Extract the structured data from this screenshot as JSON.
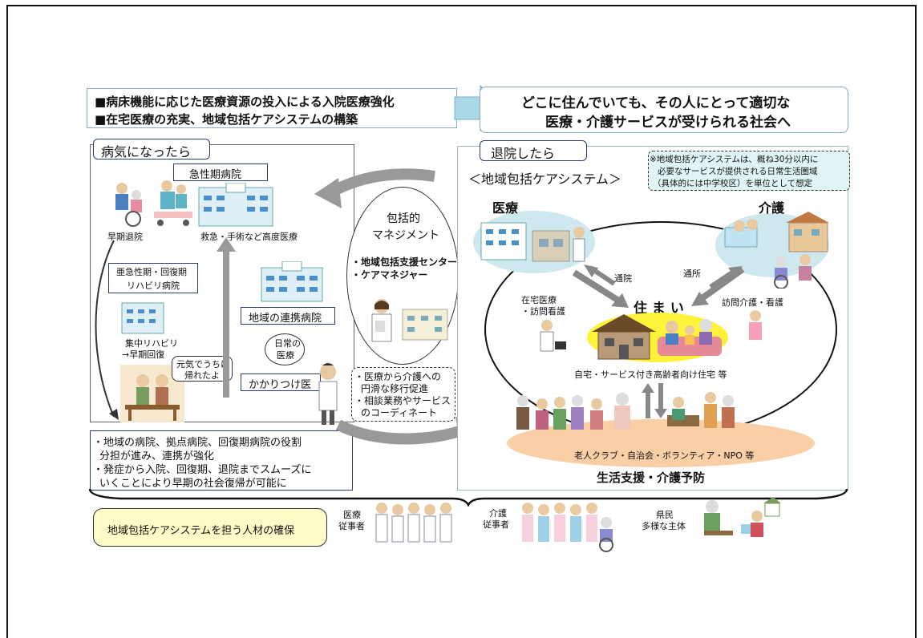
{
  "top": {
    "policy_line1": "■病床機能に応じた医療資源の投入による入院医療強化",
    "policy_line2": "■在宅医療の充実、地域包括ケアシステムの構築",
    "goal_line1": "どこに住んでいても、その人にとって適切な",
    "goal_line2": "医療・介護サービスが受けられる社会へ"
  },
  "left": {
    "header": "病気になったら",
    "acute_hospital": "急性期病院",
    "early_discharge": "早期退院",
    "advanced_care": "救急・手術など高度医療",
    "subacute_line1": "亜急性期・回復期",
    "subacute_line2": "リハビリ病院",
    "rehab_line1": "集中リハビリ",
    "rehab_line2": "→早期回復",
    "bubble_line1": "元気でうちに",
    "bubble_line2": "帰れたよ",
    "regional_hospital": "地域の連携病院",
    "daily_care_line1": "日常の",
    "daily_care_line2": "医療",
    "family_doctor": "かかりつけ医",
    "note_line1": "・地域の病院、拠点病院、回復期病院の役割",
    "note_line2": "分担が進み、連携が強化",
    "note_line3": "・発症から入院、回復期、退院までスムーズに",
    "note_line4": "いくことにより早期の社会復帰が可能に"
  },
  "center": {
    "mgmt_line1": "包括的",
    "mgmt_line2": "マネジメント",
    "center_item1": "・地域包括支援センター",
    "center_item2": "・ケアマネジャー",
    "coord_line1": "・医療から介護への",
    "coord_line2": "円滑な移行促進",
    "coord_line3": "・相談業務やサービス",
    "coord_line4": "のコーディネート"
  },
  "right": {
    "header": "退院したら",
    "system_title": "＜地域包括ケアシステム＞",
    "note_line1": "※地域包括ケアシステムは、概ね30分以内に",
    "note_line2": "必要なサービスが提供される日常生活圏域",
    "note_line3": "（具体的には中学校区）を単位として想定",
    "medical": "医療",
    "care": "介護",
    "outpatient": "通院",
    "daycare": "通所",
    "home_medical_line1": "在宅医療",
    "home_medical_line2": "・訪問看護",
    "home_care": "訪問介護・看護",
    "residence": "住 ま い",
    "residence_caption": "自宅・サービス付き高齢者向け住宅 等",
    "community_groups": "老人クラブ・自治会・ボランティア・NPO 等",
    "life_support": "生活支援・介護予防"
  },
  "bottom": {
    "staff_box": "地域包括ケアシステムを担う人材の確保",
    "medical_workers_line1": "医療",
    "medical_workers_line2": "従事者",
    "care_workers_line1": "介護",
    "care_workers_line2": "従事者",
    "citizens_line1": "県民",
    "citizens_line2": "多様な主体"
  }
}
